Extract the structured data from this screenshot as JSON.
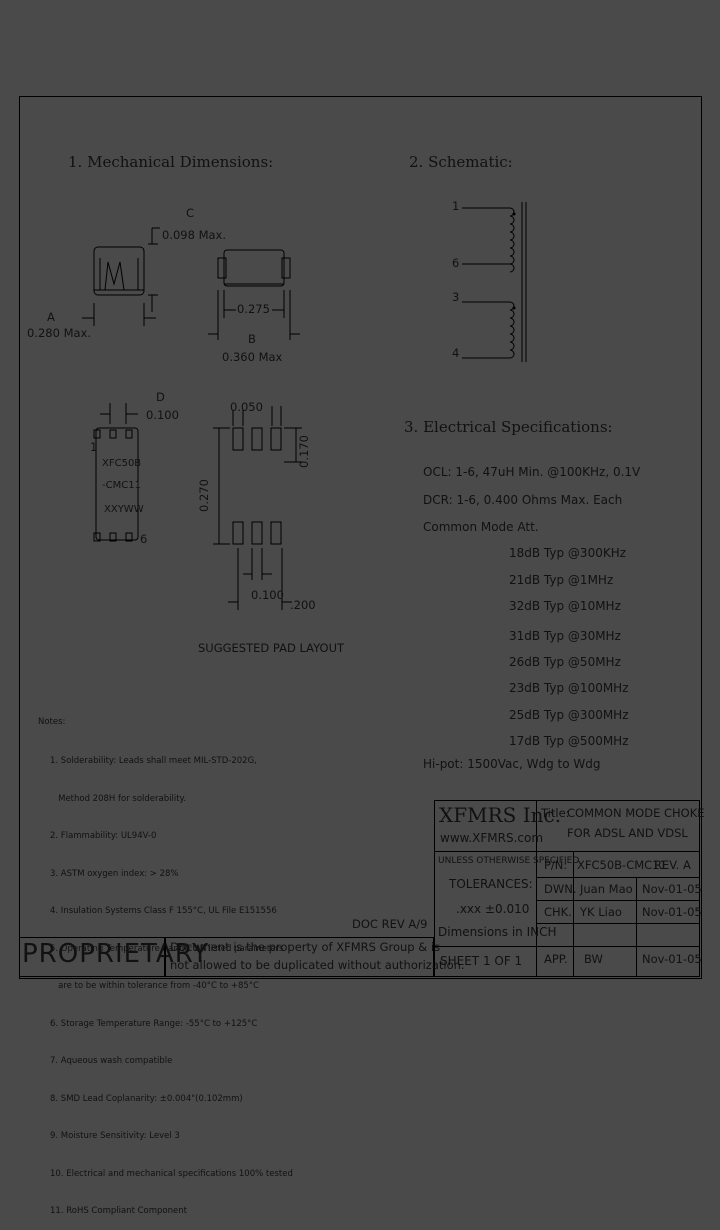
{
  "sections": {
    "mechanical_title": "1. Mechanical Dimensions:",
    "schematic_title": "2. Schematic:",
    "electrical_title": "3. Electrical   Specifications:"
  },
  "mechanical": {
    "label_c": "C",
    "dim_c": "0.098 Max.",
    "label_a": "A",
    "dim_a": "0.280 Max.",
    "dim_275": "0.275",
    "label_b": "B",
    "dim_b": "0.360 Max",
    "label_d": "D",
    "dim_d": "0.100",
    "part_line1": "XFC50B",
    "part_line2": "-CMC11",
    "part_line3": "XXYWW",
    "pin_1": "1",
    "pin_6": "6",
    "pad_050": "0.050",
    "pad_0170": "0.170",
    "pad_0270": "0.270",
    "pad_0100": "0.100",
    "pad_200": ".200",
    "pad_caption": "SUGGESTED PAD LAYOUT"
  },
  "schematic": {
    "pins": [
      "1",
      "6",
      "3",
      "4"
    ]
  },
  "electrical": {
    "ocl": "OCL:  1-6, 47uH Min. @100KHz, 0.1V",
    "dcr": "DCR:  1-6, 0.400 Ohms Max. Each",
    "cm_header": "Common Mode Att.",
    "attenuation": [
      "18dB Typ @300KHz",
      "21dB Typ @1MHz",
      "32dB Typ @10MHz",
      "31dB Typ @30MHz",
      "26dB Typ @50MHz",
      "23dB Typ @100MHz",
      "25dB Typ @300MHz",
      "17dB Typ @500MHz"
    ],
    "hipot": "Hi-pot: 1500Vac, Wdg to Wdg"
  },
  "notes": {
    "title": "Notes:",
    "items": [
      "1. Solderability: Leads shall meet MIL-STD-202G,",
      "   Method 208H for solderability.",
      "2. Flammability: UL94V-0",
      "3. ASTM oxygen index: > 28%",
      "4. Insulation Systems Class F 155°C, UL File E151556",
      "5. Operating Temperature Range: All listed parameters",
      "   are to be within tolerance from -40°C to +85°C",
      "6. Storage Temperature Range: -55°C to +125°C",
      "7. Aqueous wash compatible",
      "8. SMD Lead Coplanarity: ±0.004\"(0.102mm)",
      "9. Moisture Sensitivity: Level 3",
      "10. Electrical and mechanical specifications 100% tested",
      "11. RoHS Compliant Component"
    ]
  },
  "doc_rev": "DOC REV A/9",
  "proprietary": {
    "word": "PROPRIETARY",
    "line1": "Document is the property of XFMRS Group & is",
    "line2": "not allowed to be duplicated without authorization."
  },
  "title_block": {
    "company": "XFMRS Inc.",
    "website": "www.XFMRS.com",
    "title_label": "Title:",
    "title_line1": "COMMON MODE CHOKE",
    "title_line2": "FOR ADSL AND VDSL",
    "tolerance_line1": "UNLESS OTHERWISE SPECIFIED",
    "tolerance_line2": "TOLERANCES:",
    "tolerance_line3": ".xxx ±0.010",
    "tolerance_line4": "Dimensions in INCH",
    "pn_label": "P/N:",
    "pn_value": "XFC50B-CMC11",
    "rev": "REV. A",
    "dwn_label": "DWN.",
    "dwn_name": "Juan Mao",
    "dwn_date": "Nov-01-05",
    "chk_label": "CHK.",
    "chk_name": "YK Liao",
    "chk_date": "Nov-01-05",
    "app_label": "APP.",
    "app_name": "BW",
    "app_date": "Nov-01-05",
    "sheet": "SHEET  1  OF  1"
  }
}
